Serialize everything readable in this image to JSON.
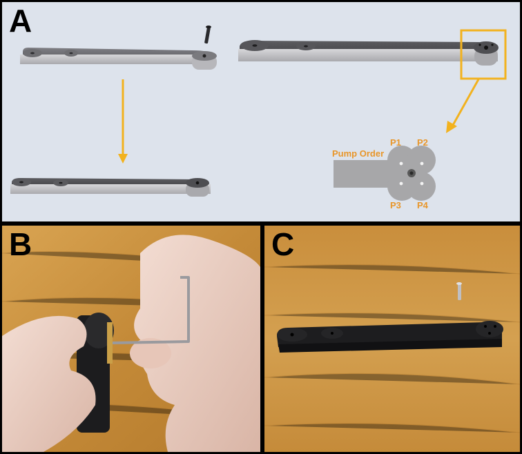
{
  "panels": {
    "a": {
      "letter": "A"
    },
    "b": {
      "letter": "B"
    },
    "c": {
      "letter": "C"
    }
  },
  "pump_diagram": {
    "order_label": "Pump Order",
    "p1": "P1",
    "p2": "P2",
    "p3": "P3",
    "p4": "P4"
  },
  "colors": {
    "background": "#dde3ec",
    "arrow": "#f2b21e",
    "label": "#e8962a",
    "part_light": "#c6c6c8",
    "part_dark": "#8c8c90",
    "wood": "#c98e3c"
  }
}
